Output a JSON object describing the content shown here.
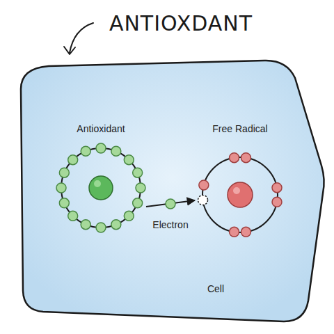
{
  "diagram": {
    "title": "ANTIOXDANT",
    "nodes": [
      {
        "text": [
          "Cell"
        ]
      },
      {
        "text": [
          "Antioxidant"
        ],
        "in": 0
      },
      {
        "text": [
          "Free Radical"
        ],
        "in": 0
      }
    ],
    "edges": [
      {
        "from": 1,
        "to": 2,
        "arrow": "to",
        "label": "Electron"
      }
    ]
  }
}
